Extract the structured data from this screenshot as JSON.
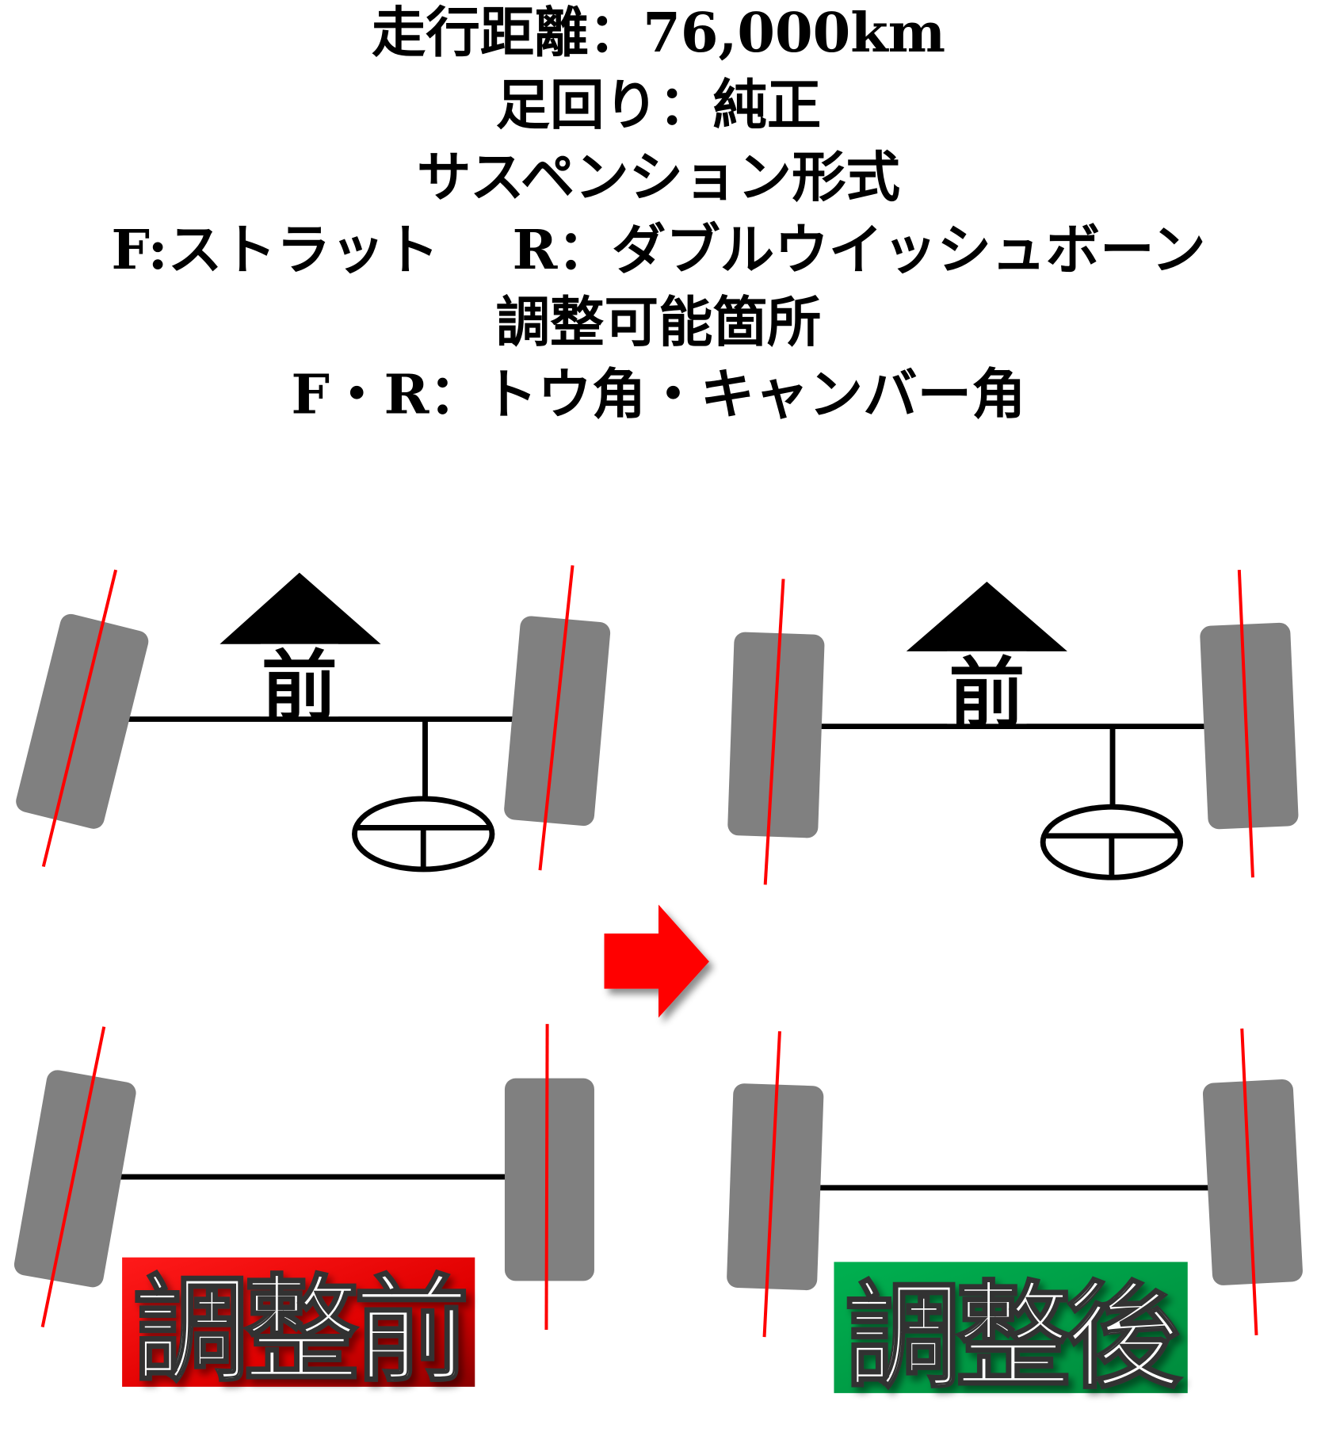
{
  "header": {
    "lines": [
      "走行距離：76,000km",
      "足回り：純正",
      "サスペンション形式",
      "F:ストラット　 R：ダブルウイッシュボーン",
      "調整可能箇所",
      "F・R：トウ角・キャンバー角"
    ]
  },
  "diagrams": {
    "front_marker": "前",
    "before_label": "調整前",
    "after_label": "調整後"
  },
  "colors": {
    "before": "#e00000",
    "after": "#00a84f",
    "camber_line": "#ff0000",
    "tire": "#808080"
  }
}
